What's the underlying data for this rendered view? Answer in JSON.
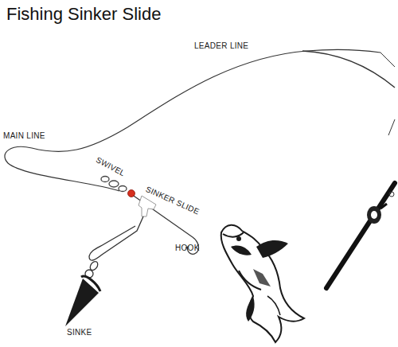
{
  "diagram": {
    "title": "Fishing Sinker Slide",
    "labels": [
      "LEADER LINE",
      "MAIN LINE",
      "SWIVEL",
      "SINKER SLIDE",
      "HOOK",
      "SINKE"
    ]
  }
}
